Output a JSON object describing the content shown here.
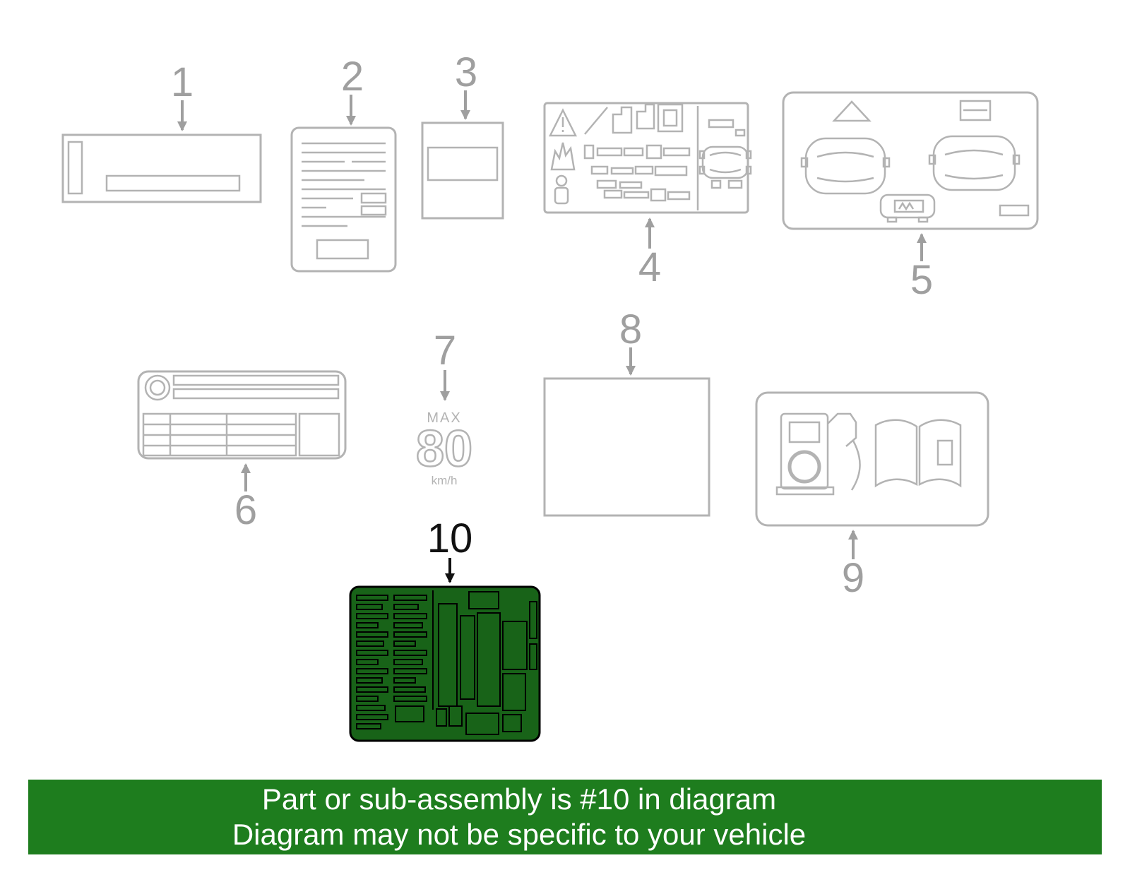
{
  "title": "Vehicle information labels parts diagram",
  "colors": {
    "line_gray": "#b3b3b3",
    "callout_gray": "#9f9f9f",
    "callout_black": "#111111",
    "highlight_green": "#186318",
    "banner_green": "#1e7d1e",
    "banner_text": "#ffffff"
  },
  "callouts": [
    {
      "label": "1"
    },
    {
      "label": "2"
    },
    {
      "label": "3"
    },
    {
      "label": "4"
    },
    {
      "label": "5"
    },
    {
      "label": "6"
    },
    {
      "label": "7"
    },
    {
      "label": "8"
    },
    {
      "label": "9"
    },
    {
      "label": "10"
    }
  ],
  "speed_label": {
    "max": "MAX",
    "value": "80",
    "unit": "km/h"
  },
  "banner": {
    "line1": "Part or sub-assembly is #10 in diagram",
    "line2": "Diagram may not be specific to your vehicle"
  }
}
